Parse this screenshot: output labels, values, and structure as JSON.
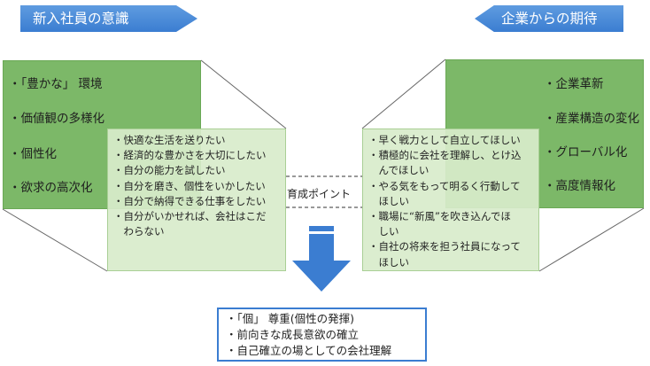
{
  "left_title": "新入社員の意識",
  "right_title": "企業からの期待",
  "left_factors": [
    "・「豊かな」 環境",
    "・価値観の多様化",
    "・個性化",
    "・欲求の高次化"
  ],
  "right_factors": [
    "・企業革新",
    "・産業構造の変化",
    "・グローバル化",
    "・高度情報化"
  ],
  "left_details": [
    "・快適な生活を送りたい",
    "・経済的な豊かさを大切にしたい",
    "・自分の能力を試したい",
    "・自分を磨き、個性をいかしたい",
    "・自分で納得できる仕事をしたい",
    "・自分がいかせれば、会社はこだ",
    "　わらない"
  ],
  "right_details": [
    "・早く戦力として自立してほしい",
    "・積極的に会社を理解し、とけ込",
    "　んでほしい",
    "・やる気をもって明るく行動して",
    "　ほしい",
    "・職場に“新風”を吹き込んでほ",
    "　しい",
    "・自社の将来を担う社員になって",
    "　ほしい"
  ],
  "center_label": "育成ポイント",
  "results": [
    "・「個」 尊重(個性の発揮)",
    "・前向きな成長意欲の確立",
    "・自己確立の場としての会社理解"
  ],
  "colors": {
    "banner": "#3b7dd1",
    "dark_green": "#7cb868",
    "light_green": "#d8eccb",
    "arrow": "#3b7dd1",
    "result_border": "#3b7dd1"
  }
}
